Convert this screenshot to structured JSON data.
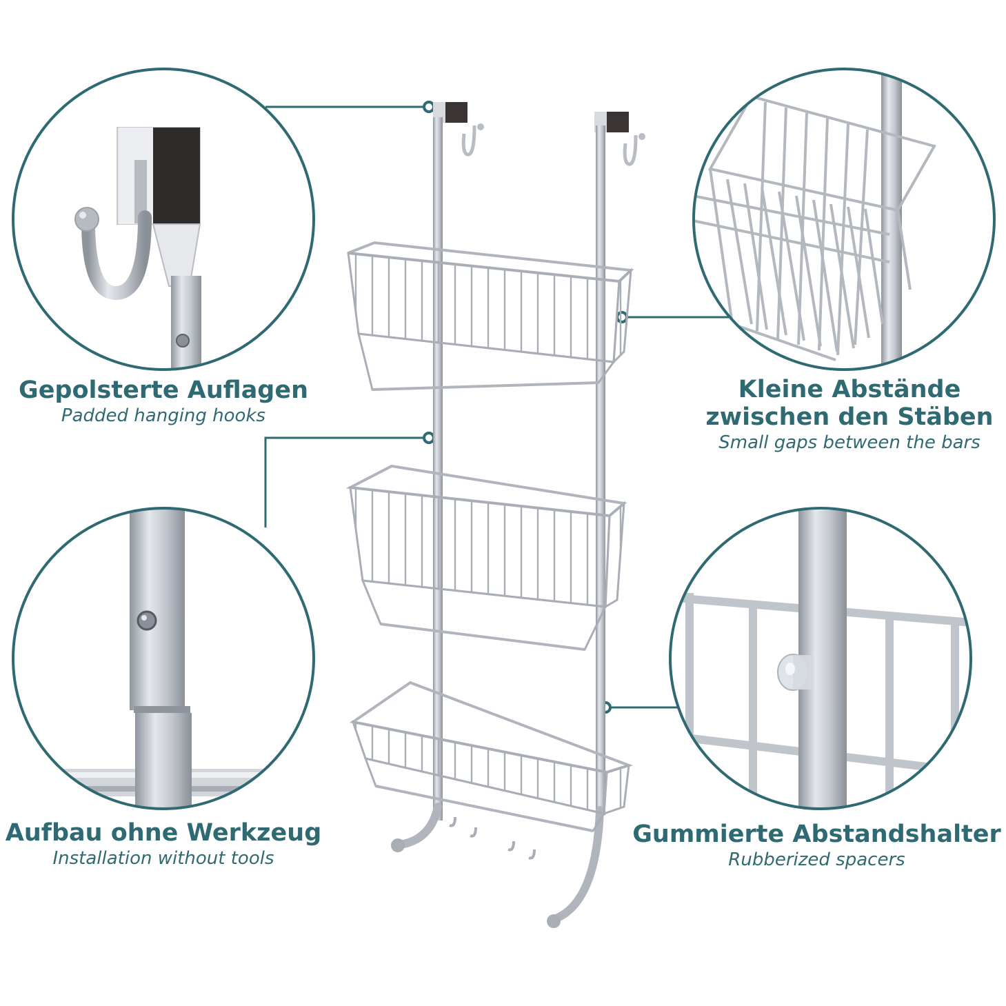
{
  "features": {
    "top_left": {
      "title": "Gepolsterte Auflagen",
      "subtitle": "Padded hanging hooks"
    },
    "top_right": {
      "title_line1": "Kleine Abstände",
      "title_line2": "zwischen den Stäben",
      "subtitle": "Small gaps between the bars"
    },
    "bottom_left": {
      "title": "Aufbau ohne Werkzeug",
      "subtitle": "Installation without tools"
    },
    "bottom_right": {
      "title": "Gummierte Abstandshalter",
      "subtitle": "Rubberized spacers"
    }
  },
  "colors": {
    "accent": "#2f6a72",
    "metal": "#c4c8cf",
    "metal_dark": "#9aa0a8",
    "pad": "#3a3534"
  }
}
